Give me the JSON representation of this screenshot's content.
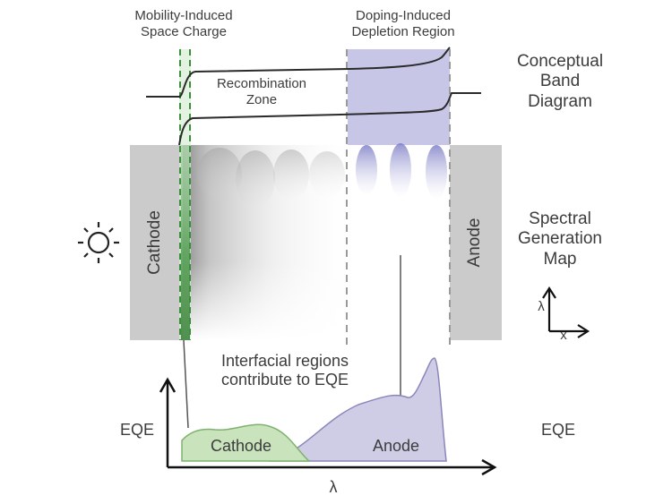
{
  "labels": {
    "mobility_line1": "Mobility-Induced",
    "mobility_line2": "Space Charge",
    "doping_line1": "Doping-Induced",
    "doping_line2": "Depletion Region",
    "recombination_line1": "Recombination",
    "recombination_line2": "Zone",
    "band_line1": "Conceptual",
    "band_line2": "Band",
    "band_line3": "Diagram",
    "spectral_line1": "Spectral",
    "spectral_line2": "Generation",
    "spectral_line3": "Map",
    "cathode_electrode": "Cathode",
    "anode_electrode": "Anode",
    "interfacial_line1": "Interfacial regions",
    "interfacial_line2": "contribute to EQE",
    "eqe_left": "EQE",
    "eqe_right": "EQE",
    "cathode_area": "Cathode",
    "anode_area": "Anode",
    "lambda_axis": "λ",
    "axes_y": "λ",
    "axes_x": "x"
  },
  "icons": [
    "sun-icon",
    "xy-axes-icon"
  ],
  "colors": {
    "electrode": "#c9c9c9",
    "cathode_region": "#3c9a3c",
    "anode_region": "#b3b3dc",
    "eqe_cathode_fill": "#c9e2bd",
    "eqe_anode_fill": "#cdcbe6",
    "line": "#2a2a2a"
  }
}
